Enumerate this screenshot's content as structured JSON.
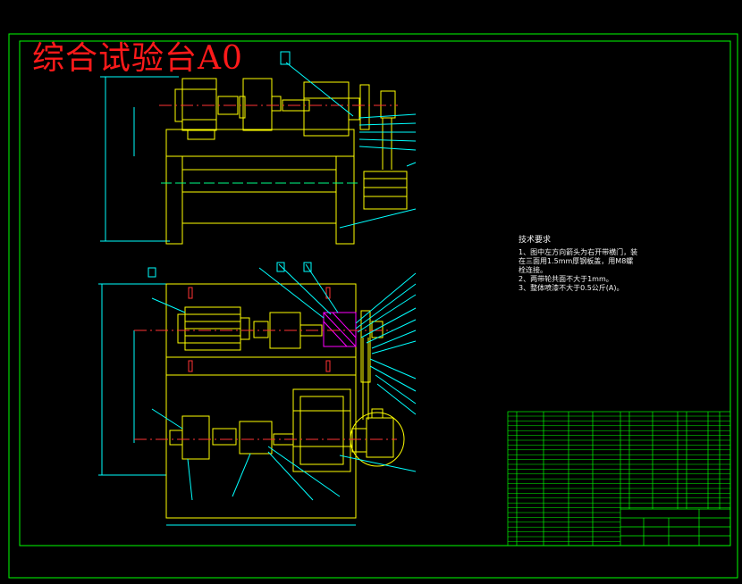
{
  "drawing": {
    "title": "综合试验台A0",
    "tech_notes": {
      "heading": "技术要求",
      "lines": [
        "1、图中左方向箭头为右开带横门，装",
        "   在三面用1.5mm厚钢板盖，用M8螺",
        "   栓连接。",
        "2、两带轮共面不大于1mm。",
        "3、整体喷漆不大于0.5公斤(A)。"
      ]
    },
    "colors": {
      "background": "#000000",
      "frame": "#00ff00",
      "part_lines": "#ffff00",
      "leader_lines": "#00ffff",
      "center_lines": "#ff3333",
      "hatch": "#ff00ff",
      "title_text": "#ff1a1a"
    }
  }
}
